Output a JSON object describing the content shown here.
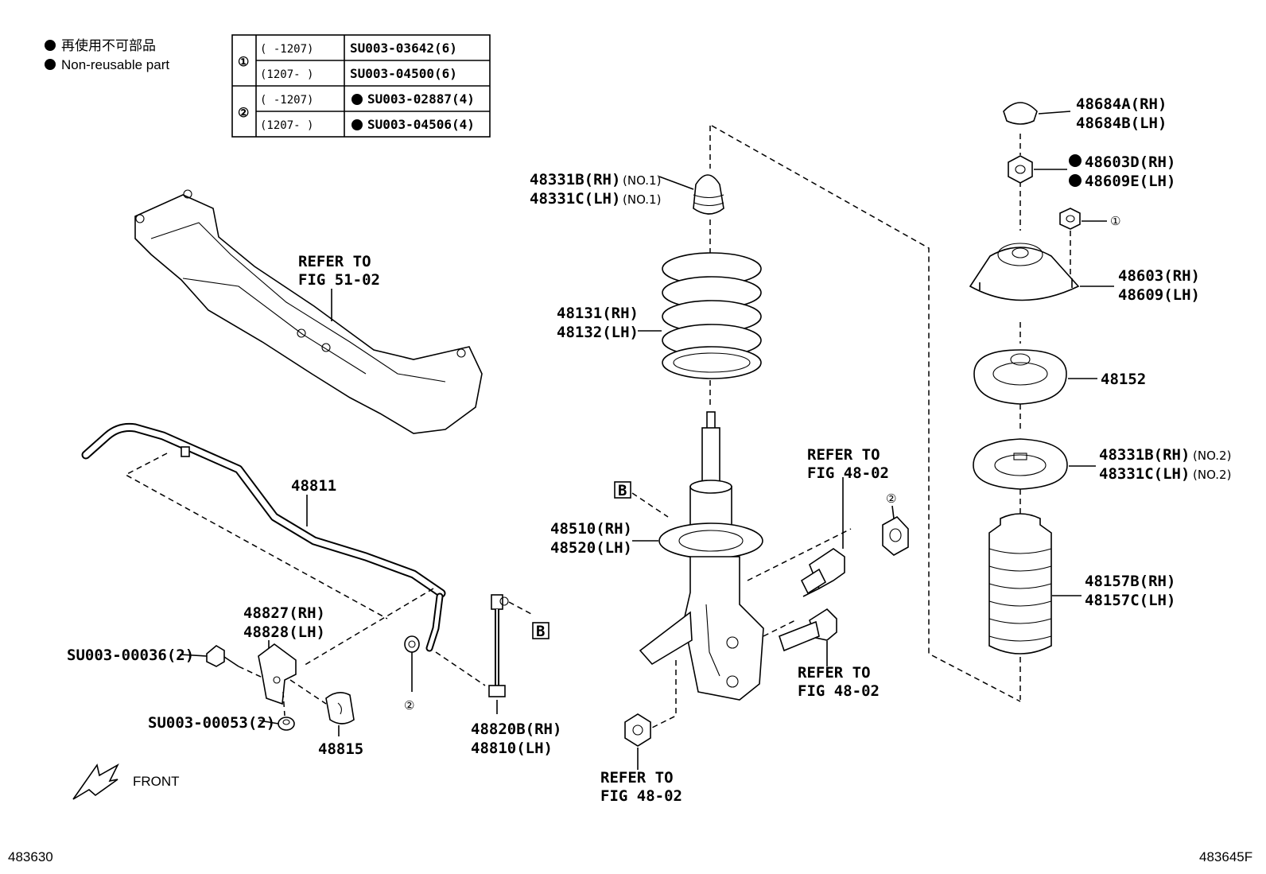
{
  "legend": {
    "dot_jp": "再使用不可部品",
    "dot_en": "Non-reusable part"
  },
  "fastener_table": {
    "rows": [
      {
        "group": "①",
        "period": "(     -1207)",
        "part": "SU003-03642(6)",
        "non_reusable": false
      },
      {
        "group": "①",
        "period": "(1207-      )",
        "part": "SU003-04500(6)",
        "non_reusable": false
      },
      {
        "group": "②",
        "period": "(     -1207)",
        "part": "SU003-02887(4)",
        "non_reusable": true
      },
      {
        "group": "②",
        "period": "(1207-      )",
        "part": "SU003-04506(4)",
        "non_reusable": true
      }
    ]
  },
  "callouts": {
    "refer_51_02_a": "REFER TO",
    "refer_51_02_b": "FIG 51-02",
    "stabilizer_bar": "48811",
    "bracket_rh": "48827(RH)",
    "bracket_lh": "48828(LH)",
    "bolt_36": "SU003-00036(2)",
    "nut_53": "SU003-00053(2)",
    "bushing": "48815",
    "link_rh": "48820B(RH)",
    "link_lh": "48810(LH)",
    "bound_stop_top_rh": "48331B(RH)",
    "bound_stop_top_rh_no": "(NO.1)",
    "bound_stop_top_lh": "48331C(LH)",
    "bound_stop_top_lh_no": "(NO.1)",
    "spring_rh": "48131(RH)",
    "spring_lh": "48132(LH)",
    "absorber_rh": "48510(RH)",
    "absorber_lh": "48520(LH)",
    "refer_48_02_top_a": "REFER TO",
    "refer_48_02_top_b": "FIG 48-02",
    "refer_48_02_mid_a": "REFER TO",
    "refer_48_02_mid_b": "FIG 48-02",
    "refer_48_02_bot_a": "REFER TO",
    "refer_48_02_bot_b": "FIG 48-02",
    "cap_rh": "48684A(RH)",
    "cap_lh": "48684B(LH)",
    "nut_rh": "48603D(RH)",
    "nut_lh": "48609E(LH)",
    "support_rh": "48603(RH)",
    "support_lh": "48609(LH)",
    "bearing": "48152",
    "insulator_rh": "48331B(RH)",
    "insulator_rh_no": "(NO.2)",
    "insulator_lh": "48331C(LH)",
    "insulator_lh_no": "(NO.2)",
    "boot_rh": "48157B(RH)",
    "boot_lh": "48157C(LH)",
    "ref_b_1": "B",
    "ref_b_2": "B",
    "circle_1": "①",
    "circle_2a": "②",
    "circle_2b": "②",
    "front": "FRONT"
  },
  "footer": {
    "left_code": "483630",
    "right_code": "483645F"
  }
}
